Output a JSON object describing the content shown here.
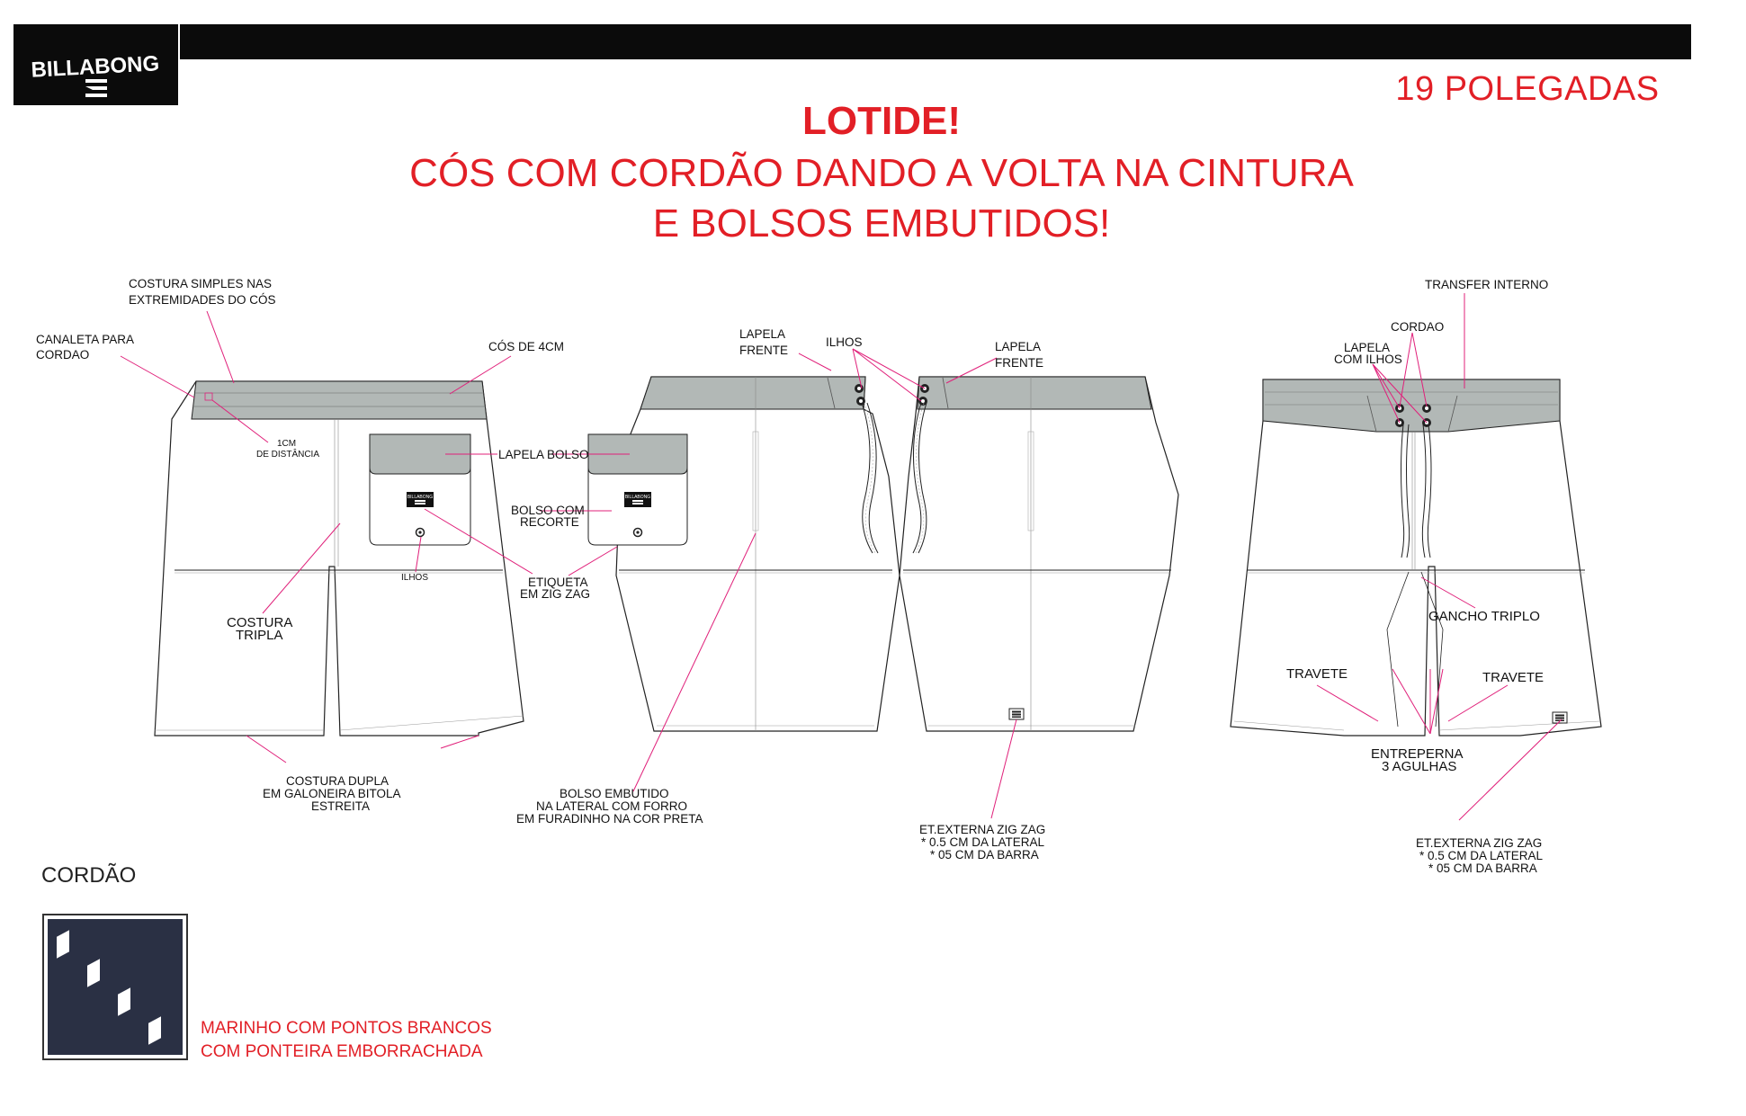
{
  "brand": {
    "logo_text": "BILLABONG"
  },
  "header": {
    "length": "19 POLEGADAS",
    "title": "LOTIDE!",
    "line2": "CÓS COM CORDÃO DANDO A VOLTA NA CINTURA",
    "line3": "E BOLSOS EMBUTIDOS!"
  },
  "labels": {
    "costura_simples_1": "COSTURA SIMPLES NAS",
    "costura_simples_2": "EXTREMIDADES DO CÓS",
    "canaleta_1": "CANALETA PARA",
    "canaleta_2": "CORDAO",
    "cos_4cm": "CÓS DE 4CM",
    "dist_1": "1CM",
    "dist_2": "DE DISTÂNCIA",
    "lapela_bolso": "LAPELA BOLSO",
    "bolso_recorte_1": "BOLSO COM",
    "bolso_recorte_2": "RECORTE",
    "ilhos_small": "ILHOS",
    "etiqueta_1": "ETIQUETA",
    "etiqueta_2": "EM ZIG ZAG",
    "costura_tripla_1": "COSTURA",
    "costura_tripla_2": "TRIPLA",
    "costura_dupla_1": "COSTURA DUPLA",
    "costura_dupla_2": "EM GALONEIRA BITOLA",
    "costura_dupla_3": "ESTREITA",
    "lapela_frente_l_1": "LAPELA",
    "lapela_frente_l_2": "FRENTE",
    "ilhos": "ILHOS",
    "lapela_frente_r_1": "LAPELA",
    "lapela_frente_r_2": "FRENTE",
    "bolso_embutido_1": "BOLSO EMBUTIDO",
    "bolso_embutido_2": "NA LATERAL COM FORRO",
    "bolso_embutido_3": "EM FURADINHO NA COR PRETA",
    "et_ext_mid_1": "ET.EXTERNA ZIG ZAG",
    "et_ext_mid_2": "* 0.5 CM DA LATERAL",
    "et_ext_mid_3": "* 05 CM DA BARRA",
    "transfer_interno": "TRANSFER INTERNO",
    "cordao": "CORDAO",
    "lapela_ilhos_1": "LAPELA",
    "lapela_ilhos_2": "COM ILHOS",
    "gancho_triplo": "GANCHO TRIPLO",
    "travete_l": "TRAVETE",
    "travete_r": "TRAVETE",
    "entreperna_1": "ENTREPERNA",
    "entreperna_2": "3 AGULHAS",
    "et_ext_r_1": "ET.EXTERNA ZIG ZAG",
    "et_ext_r_2": "* 0.5 CM DA LATERAL",
    "et_ext_r_3": "* 05 CM DA BARRA"
  },
  "cordao": {
    "title": "CORDÃO",
    "desc_1": "MARINHO COM PONTOS BRANCOS",
    "desc_2": "COM PONTEIRA EMBORRACHADA",
    "swatch_color": "#2a3044"
  },
  "colors": {
    "accent_red": "#e21f26",
    "leader_magenta": "#e0207a",
    "waistband_gray": "#b2b8b6"
  }
}
